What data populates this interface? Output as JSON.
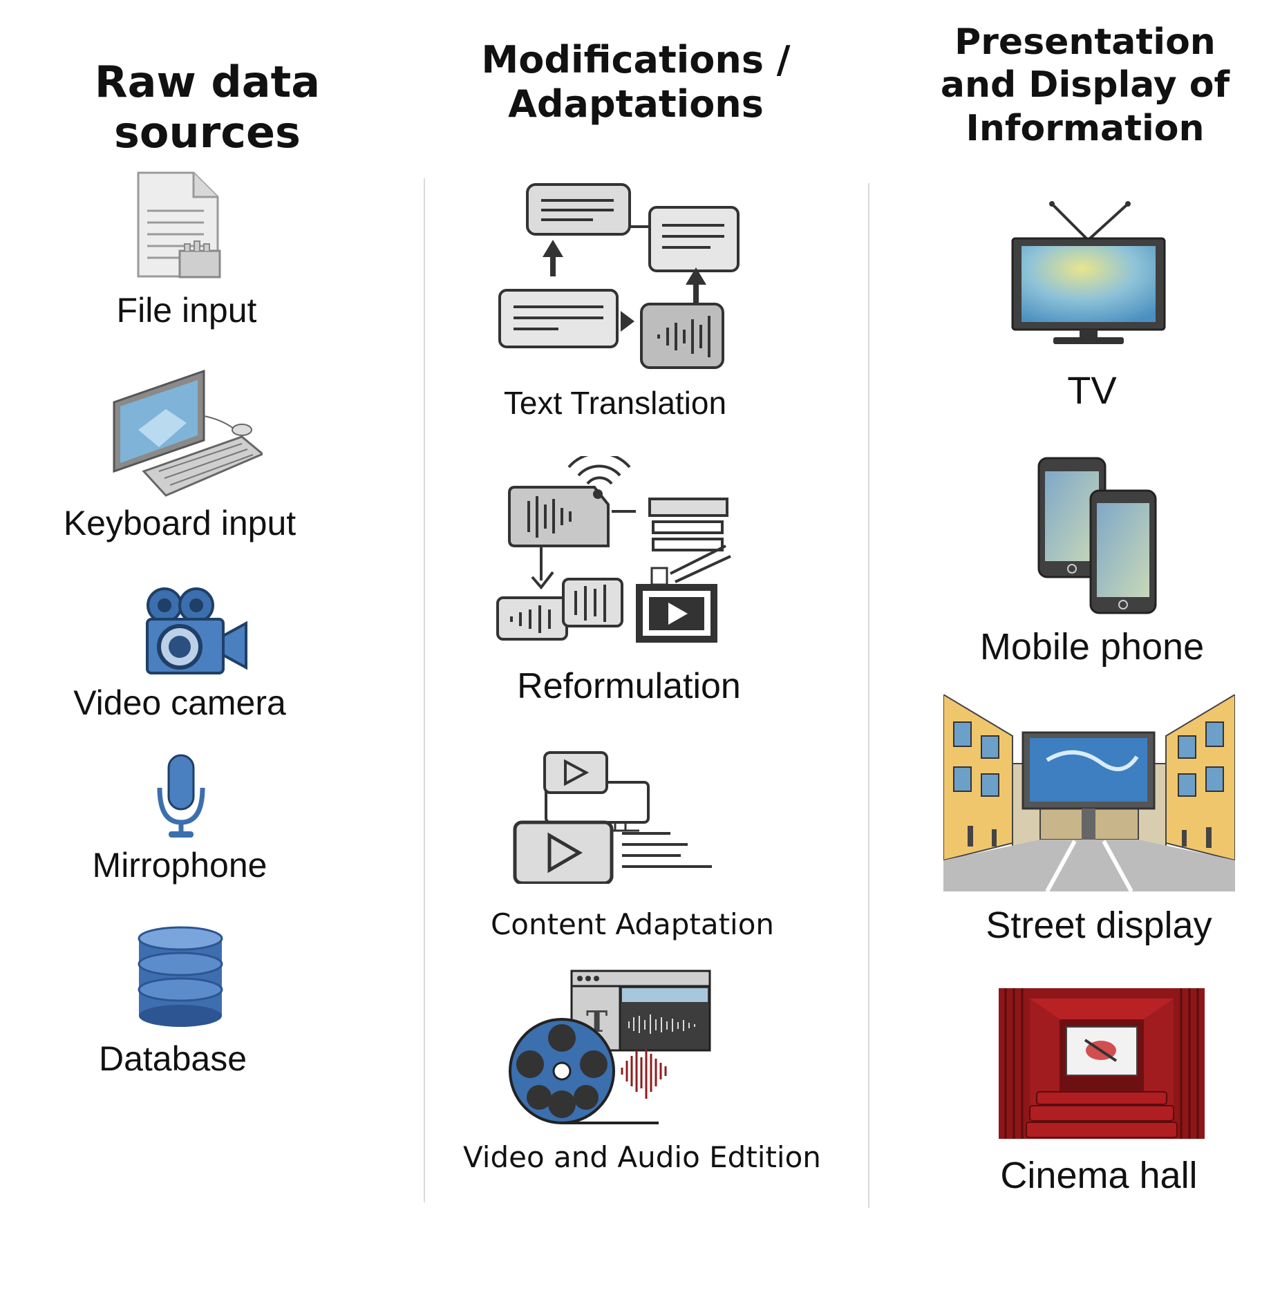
{
  "columns": {
    "raw": {
      "title": "Raw data sources",
      "items": [
        "File input",
        "Keyboard input",
        "Video camera",
        "Mirrophone",
        "Database"
      ]
    },
    "modifications": {
      "title_line1": "Modifications /",
      "title_line2": "Adaptations",
      "items": [
        "Text Translation",
        "Reformulation",
        "Content Adaptation",
        "Video and Audio Edtition"
      ]
    },
    "presentation": {
      "title_line1": "Presentation",
      "title_line2": "and Display of",
      "title_line3": "Information",
      "items": [
        "TV",
        "Mobile phone",
        "Street display",
        "Cinema hall"
      ]
    }
  },
  "icons": {
    "raw": [
      "document-icon",
      "computer-keyboard-icon",
      "video-camera-icon",
      "microphone-icon",
      "database-icon"
    ],
    "modifications": [
      "translation-flow-icon",
      "reformulation-icon",
      "content-adaptation-icon",
      "video-audio-editing-icon"
    ],
    "presentation": [
      "tv-icon",
      "mobile-phone-icon",
      "street-display-icon",
      "cinema-hall-icon"
    ]
  },
  "colors": {
    "blue_accent": "#3b6fae",
    "gray_icon": "#cfcfcf",
    "cinema_red": "#a0191b"
  }
}
